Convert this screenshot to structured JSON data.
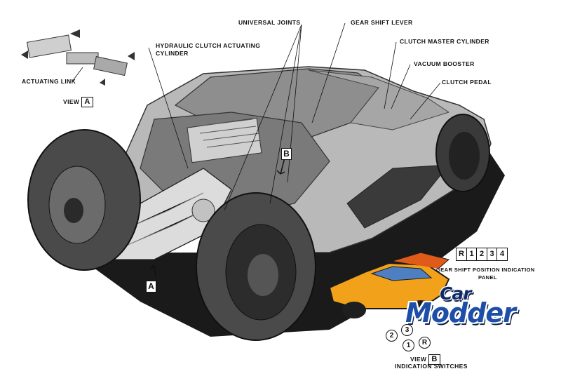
{
  "labels": {
    "universal_joints": "UNIVERSAL JOINTS",
    "gear_shift_lever": "GEAR SHIFT LEVER",
    "hydraulic_clutch_1": "HYDRAULIC CLUTCH ACTUATING",
    "hydraulic_clutch_2": "CYLINDER",
    "clutch_master_cylinder": "CLUTCH MASTER CYLINDER",
    "vacuum_booster": "VACUUM BOOSTER",
    "clutch_pedal": "CLUTCH PEDAL",
    "actuating_link": "ACTUATING LINK",
    "view_a_prefix": "VIEW",
    "view_a_letter": "A",
    "marker_a": "A",
    "marker_b": "B",
    "gear_indication_1": "GEAR SHIFT POSITION INDICATION",
    "gear_indication_2": "PANEL",
    "view_b_prefix": "VIEW",
    "view_b_letter": "B",
    "indication_switches": "INDICATION SWITCHES"
  },
  "gear_panel": [
    "R",
    "1",
    "2",
    "3",
    "4"
  ],
  "switches": [
    "2",
    "3",
    "1",
    "R"
  ],
  "watermark": {
    "line1": "Car",
    "line2": "Modder"
  }
}
